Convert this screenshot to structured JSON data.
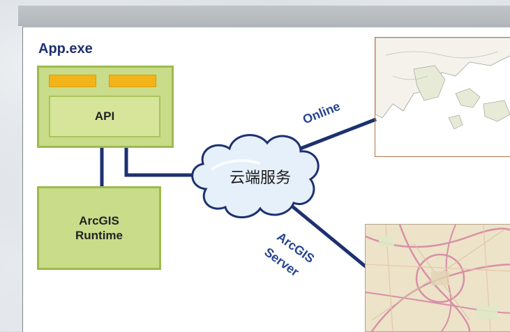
{
  "title": "App.exe",
  "api_label": "API",
  "runtime": {
    "line1": "ArcGIS",
    "line2": "Runtime"
  },
  "cloud_label": "云端服务",
  "connections": {
    "online": "Online",
    "server_line1": "ArcGIS",
    "server_line2": "Server"
  },
  "colors": {
    "box_fill": "#c9dc8a",
    "box_border": "#9dbb4e",
    "bar_fill": "#f3b41a",
    "connector": "#1d3170",
    "label_text": "#27448f"
  }
}
